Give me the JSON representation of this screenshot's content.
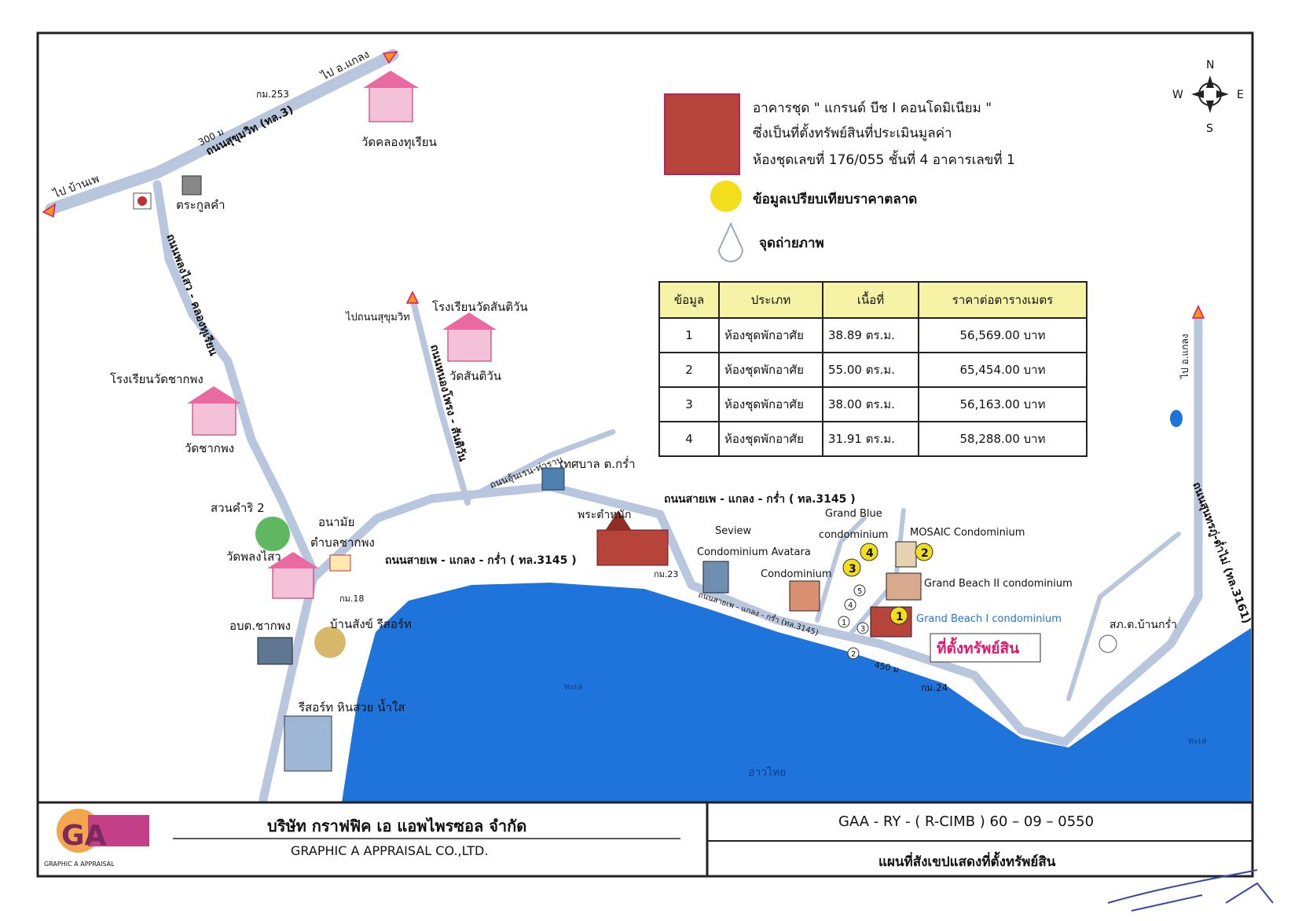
{
  "legend": {
    "subject_line1": "อาคารชุด \" แกรนด์ บีช I คอนโดมิเนียม \"",
    "subject_line2": "ซึ่งเป็นที่ตั้งทรัพย์สินที่ประเมินมูลค่า",
    "subject_line3": "ห้องชุดเลขที่ 176/055 ชั้นที่ 4 อาคารเลขที่ 1",
    "market_data": "ข้อมูลเปรียบเทียบราคาตลาด",
    "photo_point": "จุดถ่ายภาพ"
  },
  "compass": {
    "n": "N",
    "s": "S",
    "e": "E",
    "w": "W"
  },
  "table": {
    "headers": [
      "ข้อมูล",
      "ประเภท",
      "เนื้อที่",
      "ราคาต่อตารางเมตร"
    ],
    "rows": [
      [
        "1",
        "ห้องชุดพักอาศัย",
        "38.89 ตร.ม.",
        "56,569.00 บาท"
      ],
      [
        "2",
        "ห้องชุดพักอาศัย",
        "55.00 ตร.ม.",
        "65,454.00 บาท"
      ],
      [
        "3",
        "ห้องชุดพักอาศัย",
        "38.00 ตร.ม.",
        "56,163.00 บาท"
      ],
      [
        "4",
        "ห้องชุดพักอาศัย",
        "31.91 ตร.ม.",
        "58,288.00 บาท"
      ]
    ]
  },
  "map_labels": {
    "to_klaeng_top": "ไป อ.แกลง",
    "km253": "กม.253",
    "road_300m": "300 ม",
    "sukhumvit_road": "ถนนสุขุมวิท (ทล.3)",
    "wat_khlong_thurian": "วัดคลองทุเรียน",
    "to_ban_phe": "ไป บ้านเพ",
    "tra_kunkham": "ตระกูลคำ",
    "road_phlong_sai": "ถนนพลงไสว - คลองทุเรียน",
    "to_sukhumvit": "ไปถนนสุขุมวิท",
    "school_wat_san_tiwan": "โรงเรียนวัดสันติวัน",
    "wat_san_tiwan": "วัดสันติวัน",
    "road_nong_phong": "ถนนหนองโพรง - สันติวัน",
    "school_wat_chak_phong": "โรงเรียนวัดชากพง",
    "wat_chak_phong": "วัดชากพง",
    "road_un_tharan": "ถนนอุ้นเรน-ท่าราน",
    "municipality": "เทศบาล ต.กร่ำ",
    "suan_kham_ri": "สวนคำริ 2",
    "anamai": "อนามัย",
    "anamai2": "ตำบลชากพง",
    "wat_phlong_sai": "วัดพลงไสว",
    "route_3145_a": "ถนนสายเพ - แกลง - กร่ำ ( ทล.3145 )",
    "route_3145_b": "ถนนสายเพ - แกลง - กร่ำ ( ทล.3145 )",
    "route_3145_c": "ถนนสายเพ - แกลง - กร่ำ (ทล.3145)",
    "phra_tamnak": "พระตำหนัก",
    "km23": "กม.23",
    "km18": "กม.18",
    "km24": "กม.24",
    "obt_chak_phong": "อบต.ชากพง",
    "ban_sang_risot": "บ้านสังข์ รีสอร์ท",
    "resort_hin_suay": "รีสอร์ท หินสวย น้ำใส",
    "seview": "Seview",
    "condominium_avatara": "Condominium  Avatara",
    "condominium": "Condominium",
    "grand_blue": "Grand Blue",
    "grand_blue2": "condominium",
    "mosaic": "MOSAIC Condominium",
    "grand_beach_ii": "Grand Beach II condominium",
    "grand_beach_i": "Grand Beach I condominium",
    "subject_location": "ที่ตั้งทรัพย์สิน",
    "dist_450": "450 ม",
    "police": "สภ.ต.บ้านกร่ำ",
    "to_klaeng_right": "ไป อ.แกลง",
    "road_right": "ถนนสุนทรภู่-ต่ำไม่ (ทล.3161)",
    "sea1": "ทะเล",
    "sea2": "อ่าวไทย",
    "sea3": "ทะเล"
  },
  "markers": [
    "1",
    "2",
    "3",
    "4"
  ],
  "photo_points": [
    "1",
    "2",
    "3",
    "4",
    "5"
  ],
  "footer": {
    "company_th": "บริษัท  กราฟฟิค  เอ  แอพไพรซอล  จำกัด",
    "company_en": "GRAPHIC  A  APPRAISAL   CO.,LTD.",
    "logo_text": "GA",
    "logo_caption": "GRAPHIC A APPRAISAL",
    "ref_code": "GAA - RY - ( R-CIMB ) 60 – 09 – 0550",
    "map_title": "แผนที่สังเขปแสดงที่ตั้งทรัพย์สิน"
  },
  "colors": {
    "sea": "#1f74dc",
    "road": "#b9c7de",
    "marker": "#f3de1c",
    "header_fill": "#f6f2a6",
    "subject_label": "#e0186b"
  }
}
